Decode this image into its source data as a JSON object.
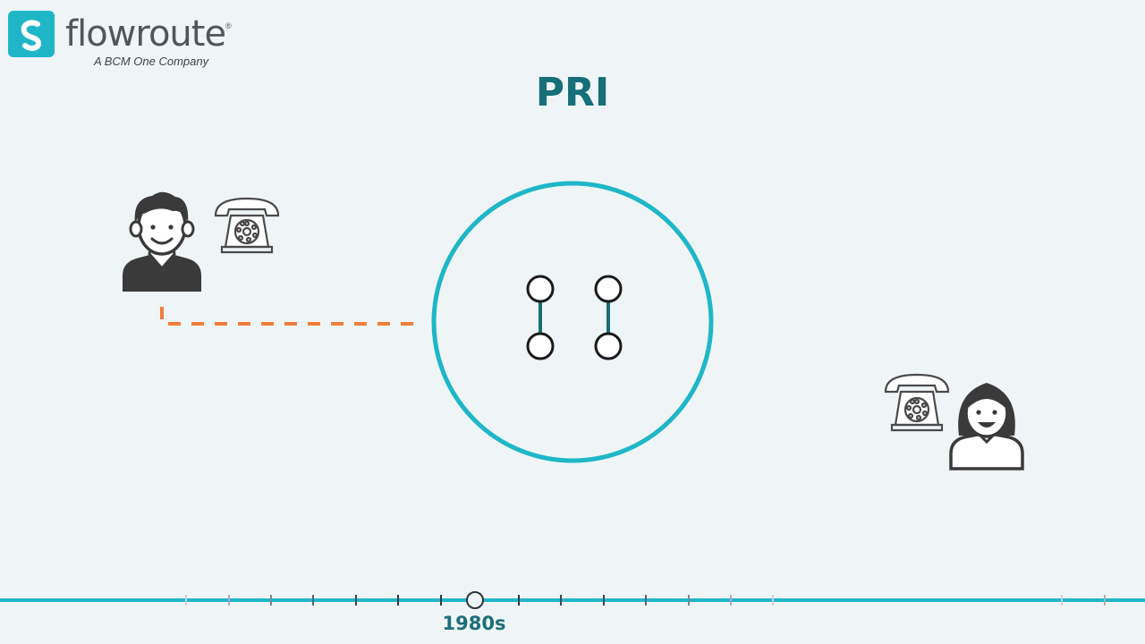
{
  "brand": {
    "name": "flowroute",
    "registered_mark": "®",
    "tagline": "A BCM One Company",
    "color": "#1fb6c8"
  },
  "heading": {
    "title": "PRI",
    "color": "#176f78"
  },
  "scene": {
    "caller_icon": "man-avatar-icon",
    "caller_phone_icon": "rotary-phone-icon",
    "receiver_icon": "woman-avatar-icon",
    "receiver_phone_icon": "rotary-phone-icon",
    "switch_icon": "circuit-switch-icon",
    "connection_color": "#f07d3a",
    "circle_color": "#1fb6c8"
  },
  "timeline": {
    "marker_label": "1980s",
    "line_color": "#1fb6c8"
  }
}
